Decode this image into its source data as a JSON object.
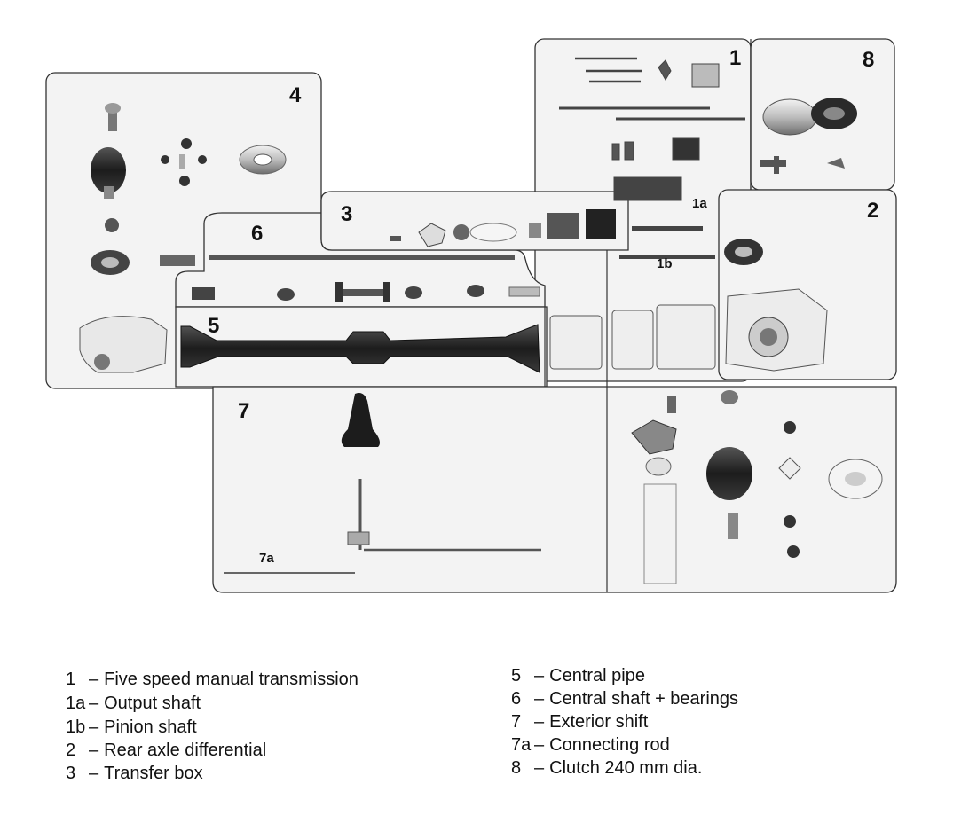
{
  "diagram": {
    "labels": [
      {
        "id": "1",
        "text": "1"
      },
      {
        "id": "1a",
        "text": "1a"
      },
      {
        "id": "1b",
        "text": "1b"
      },
      {
        "id": "2",
        "text": "2"
      },
      {
        "id": "3",
        "text": "3"
      },
      {
        "id": "4",
        "text": "4"
      },
      {
        "id": "5",
        "text": "5"
      },
      {
        "id": "6",
        "text": "6"
      },
      {
        "id": "7",
        "text": "7"
      },
      {
        "id": "7a",
        "text": "7a"
      },
      {
        "id": "8",
        "text": "8"
      }
    ]
  },
  "legend": {
    "dash": "–",
    "left": [
      {
        "num": "1",
        "text": "Five speed manual transmission"
      },
      {
        "num": "1a",
        "text": "Output shaft"
      },
      {
        "num": "1b",
        "text": "Pinion shaft"
      },
      {
        "num": "2",
        "text": "Rear axle differential"
      },
      {
        "num": "3",
        "text": "Transfer box"
      }
    ],
    "right": [
      {
        "num": "5",
        "text": "Central pipe"
      },
      {
        "num": "6",
        "text": "Central shaft + bearings"
      },
      {
        "num": "7",
        "text": "Exterior shift"
      },
      {
        "num": "7a",
        "text": "Connecting rod"
      },
      {
        "num": "8",
        "text": "Clutch 240 mm dia."
      }
    ]
  }
}
